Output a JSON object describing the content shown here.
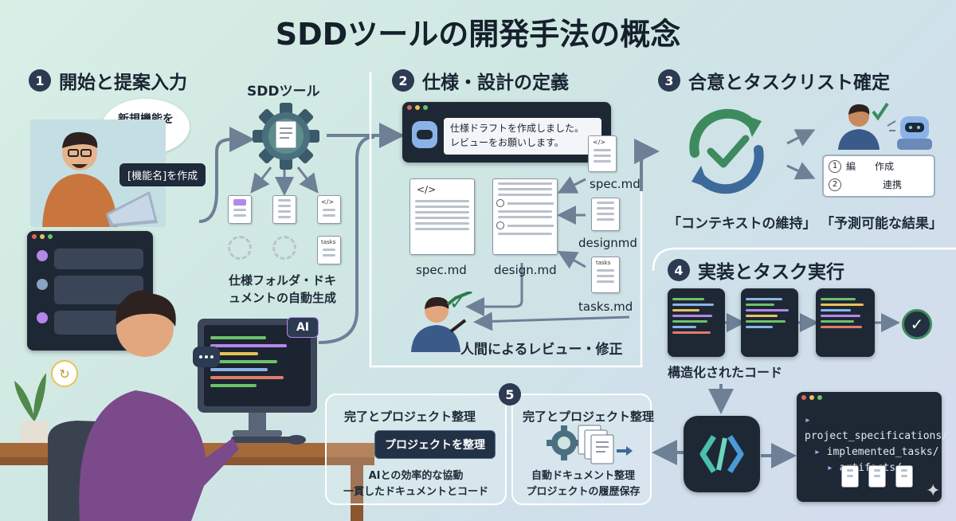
{
  "title": "SDDツールの開発手法の概念",
  "step1": {
    "num": "1",
    "heading": "開始と提案入力",
    "bubble": "新規機能を提案",
    "chip": "[機能名]を作成",
    "ai_badge": "AI"
  },
  "tool": {
    "label": "SDDツール",
    "caption_line1": "仕様フォルダ・ドキ",
    "caption_line2": "ュメントの自動生成",
    "doc_tag1": "</>",
    "doc_tag2": "tasks"
  },
  "step2": {
    "num": "2",
    "heading": "仕様・設計の定義",
    "message_line1": "仕様ドラフトを作成しました。",
    "message_line2": "レビューをお願いします。",
    "code_tag": "</>",
    "spec_file": "spec.md",
    "design_file": "design.md",
    "side_spec": "spec.md",
    "side_design": "designmd",
    "side_tasks": "tasks.md",
    "tasks_tag": "tasks",
    "review": "人間によるレビュー・修正"
  },
  "step3": {
    "num": "3",
    "heading": "合意とタスクリスト確定",
    "item1_num": "1",
    "item1_text": "編　　作成",
    "item2_num": "2",
    "item2_text": "連携",
    "caption1": "「コンテキストの維持」",
    "caption2": "「予測可能な結果」"
  },
  "step4": {
    "num": "4",
    "heading": "実装とタスク実行",
    "caption": "構造化されたコード",
    "tree": [
      "project_specifications/",
      "implemented_tasks/",
      "artifacts/"
    ]
  },
  "step5": {
    "num": "5",
    "left_title": "完了とプロジェクト整理",
    "button": "プロジェクトを整理",
    "left_line1": "AIとの効率的な協動",
    "left_line2": "一貫したドキュメントとコード",
    "right_title": "完了とプロジェクト整理",
    "right_line1": "自動ドキュメント整理",
    "right_line2": "プロジェクトの履歴保存"
  },
  "colors": {
    "accent_green": "#3d8a5e",
    "dark_navy": "#1e2835",
    "arrow": "#6d8096",
    "purple_accent": "#b388e8"
  }
}
